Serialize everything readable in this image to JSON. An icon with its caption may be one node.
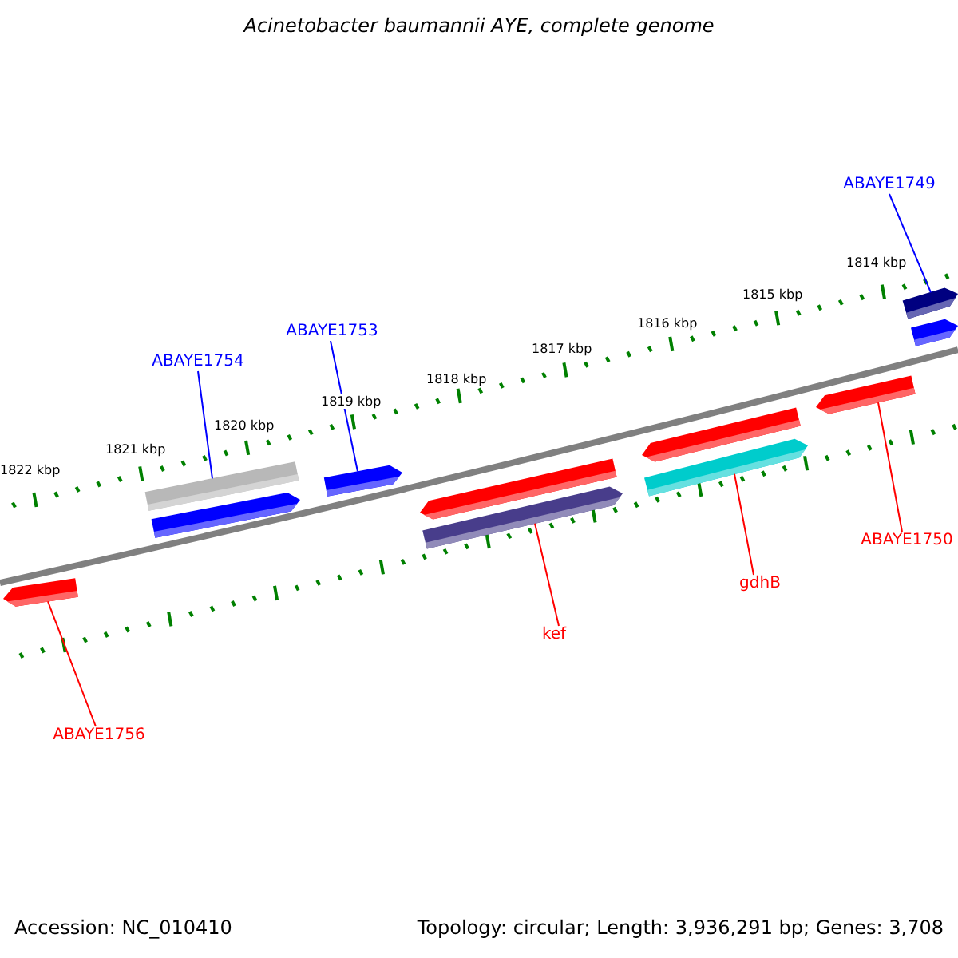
{
  "diagram": {
    "title": "Acinetobacter baumannii AYE, complete genome",
    "nodes": [
      {
        "text": [
          "ABAYE1749"
        ]
      },
      {
        "text": [
          "ABAYE1753"
        ]
      },
      {
        "text": [
          "ABAYE1754"
        ]
      },
      {
        "text": [
          "kef"
        ]
      },
      {
        "text": [
          "gdhB"
        ]
      },
      {
        "text": [
          "ABAYE1750"
        ]
      },
      {
        "text": [
          "ABAYE1756"
        ]
      },
      {
        "text": [],
        "shape": "arrow"
      },
      {
        "text": [],
        "shape": "bar"
      },
      {
        "text": [],
        "shape": "arrow"
      },
      {
        "text": [],
        "shape": "arrow"
      },
      {
        "text": [],
        "shape": "arrow"
      },
      {
        "text": [],
        "shape": "arrow"
      },
      {
        "text": [],
        "shape": "arrow"
      },
      {
        "text": [],
        "shape": "arrow"
      },
      {
        "text": [],
        "shape": "arrow"
      },
      {
        "text": [],
        "shape": "arrow"
      },
      {
        "text": [],
        "shape": "arrow"
      }
    ],
    "edges": [
      {
        "from": 0,
        "to": 16,
        "arrow": "none",
        "color": "#0000ff"
      },
      {
        "from": 1,
        "to": 10,
        "arrow": "none",
        "color": "#0000ff"
      },
      {
        "from": 2,
        "to": 8,
        "arrow": "none",
        "color": "#0000ff"
      },
      {
        "from": 3,
        "to": 12,
        "arrow": "none"
      },
      {
        "from": 4,
        "to": 14,
        "arrow": "none"
      },
      {
        "from": 5,
        "to": 15,
        "arrow": "none"
      },
      {
        "from": 6,
        "to": 7,
        "arrow": "none"
      }
    ],
    "labels": [
      "1822 kbp",
      "1821 kbp",
      "1820 kbp",
      "1819 kbp",
      "1818 kbp",
      "1817 kbp",
      "1816 kbp",
      "1815 kbp",
      "1814 kbp",
      "Accession: NC_010410",
      "Topology: circular; Length: 3,936,291 bp; Genes: 3,708"
    ]
  }
}
